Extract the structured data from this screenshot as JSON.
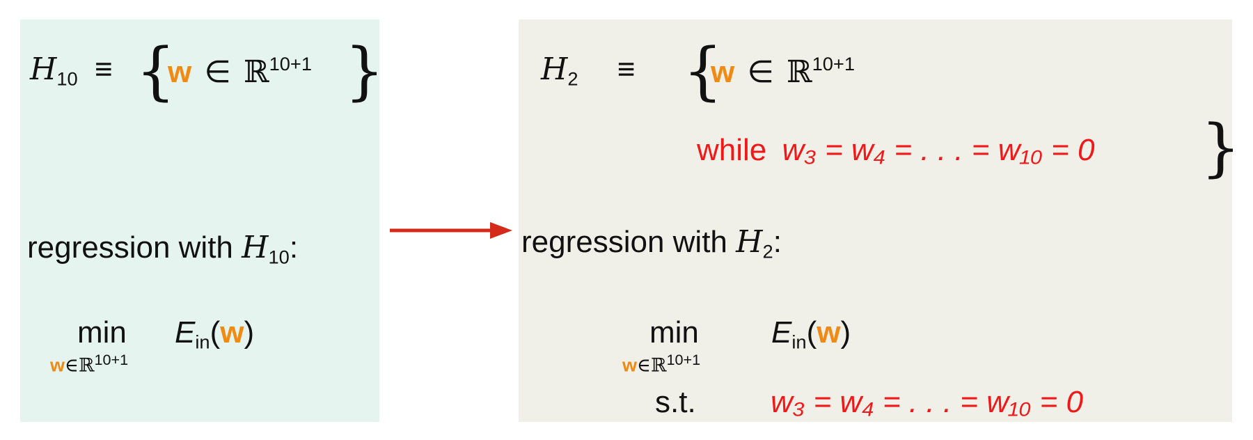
{
  "left": {
    "h_symbol": "H",
    "h_index": "10",
    "equiv": "≡",
    "set_w": "w",
    "set_in": "∈",
    "set_R": "ℝ",
    "set_dim": "10+1",
    "regression_prefix": "regression with",
    "regression_h": "H",
    "regression_index": "10",
    "regression_colon": ":",
    "min_label": "min",
    "min_sub_w": "w",
    "min_sub_rest": "∈ℝ",
    "min_sub_dim": "10+1",
    "objective_E": "E",
    "objective_sub": "in",
    "objective_open": "(",
    "objective_w": "w",
    "objective_close": ")"
  },
  "right": {
    "h_symbol": "H",
    "h_index": "2",
    "equiv": "≡",
    "set_w": "w",
    "set_in": "∈",
    "set_R": "ℝ",
    "set_dim": "10+1",
    "while_label": "while",
    "constraint_text": "w₃ = w₄ = . . . = w₁₀ = 0",
    "regression_prefix": "regression with",
    "regression_h": "H",
    "regression_index": "2",
    "regression_colon": ":",
    "min_label": "min",
    "min_sub_w": "w",
    "min_sub_rest": "∈ℝ",
    "min_sub_dim": "10+1",
    "objective_E": "E",
    "objective_sub": "in",
    "objective_open": "(",
    "objective_w": "w",
    "objective_close": ")",
    "st_label": "s.t.",
    "st_constraint": "w₃ = w₄ = . . . = w₁₀ = 0"
  },
  "colors": {
    "left_bg": "#e6f4f0",
    "right_bg": "#f0f0e8",
    "weight": "#f08a12",
    "constraint": "#f01818",
    "arrow": "#d42a1a"
  }
}
